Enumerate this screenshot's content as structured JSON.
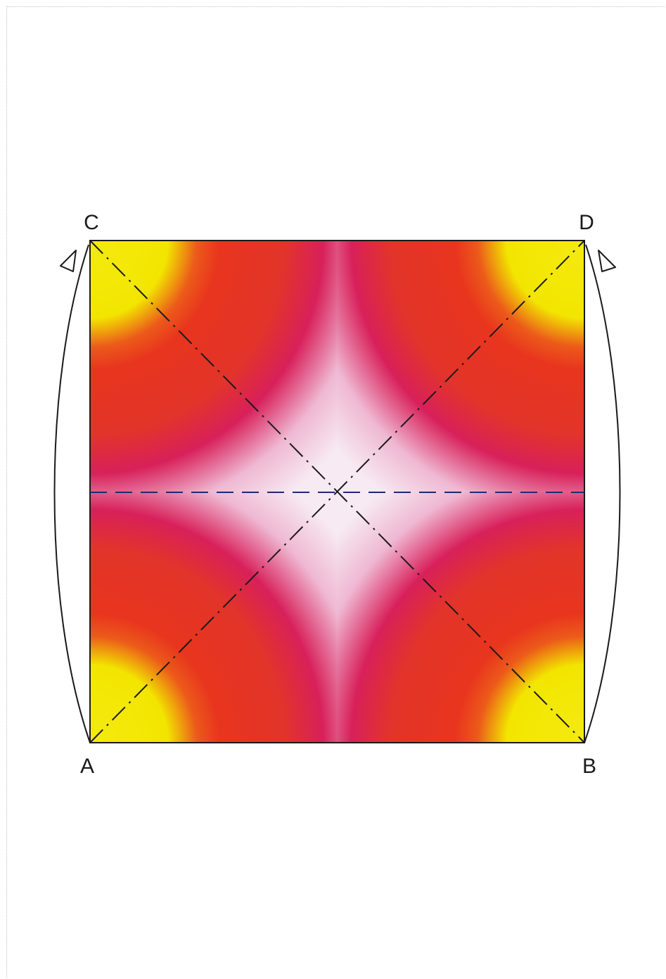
{
  "diagram": {
    "corners": {
      "a": "A",
      "b": "B",
      "c": "C",
      "d": "D"
    },
    "colors": {
      "paper_corner": "#f2e600",
      "paper_band": "#e8351e",
      "paper_mid": "#d8205a",
      "paper_center": "#f7eaf3",
      "outline": "#1a1a1a"
    }
  }
}
